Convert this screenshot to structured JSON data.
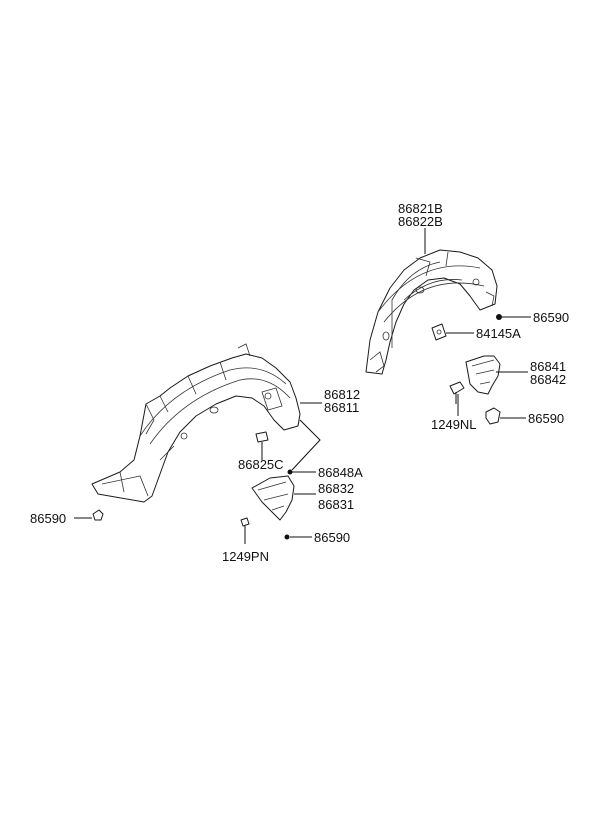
{
  "labels": {
    "rear_liner_a": "86821B",
    "rear_liner_b": "86822B",
    "screw_rear_top": "86590",
    "nut_84145a": "84145A",
    "rear_flap_a": "86841",
    "rear_flap_b": "86842",
    "screw_1249nl": "1249NL",
    "screw_rear_flap": "86590",
    "front_liner_a": "86812",
    "front_liner_b": "86811",
    "clip_86825c": "86825C",
    "clip_86848a": "86848A",
    "front_flap_a": "86832",
    "front_flap_b": "86831",
    "screw_front_left": "86590",
    "screw_front_flap": "86590",
    "screw_1249pn": "1249PN"
  },
  "colors": {
    "line": "#111111",
    "background": "#ffffff"
  }
}
